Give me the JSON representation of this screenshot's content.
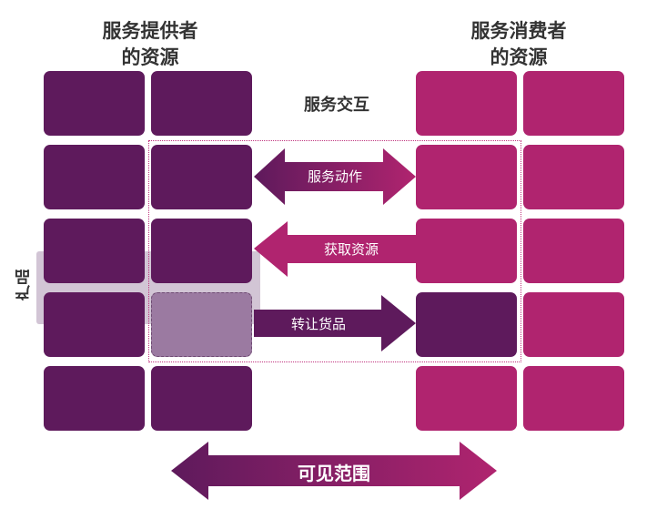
{
  "provider_title": [
    "服务提供者",
    "的资源"
  ],
  "consumer_title": [
    "服务消费者",
    "的资源"
  ],
  "interaction_label": "服务交互",
  "product_label": "产品",
  "arrows": {
    "service_action": "服务动作",
    "acquire_resource": "获取资源",
    "transfer_goods": "转让货品",
    "visible_scope": "可见范围"
  },
  "colors": {
    "provider": "#5e1a5c",
    "consumer": "#b0246f",
    "highlight": "#9b7aa1"
  }
}
